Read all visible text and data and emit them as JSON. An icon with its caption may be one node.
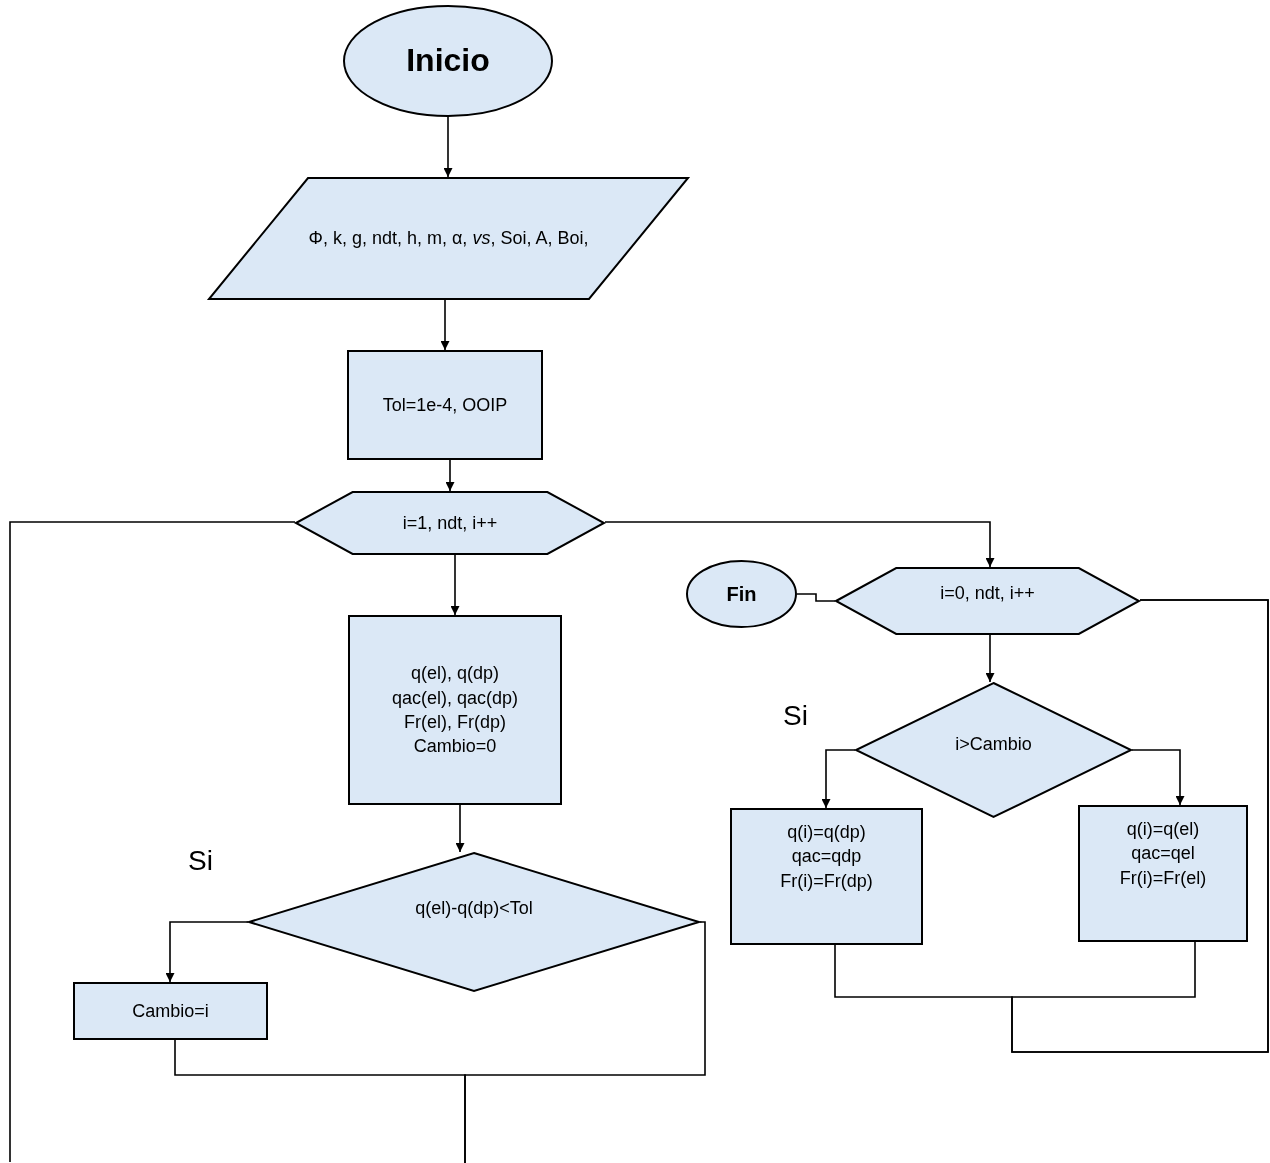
{
  "diagram": {
    "nodes": [
      {
        "text": [
          "Inicio"
        ]
      },
      {
        "text": [
          "Φ, k, g, ndt, h, m, α, *vs*, Soi, A, Boi,"
        ]
      },
      {
        "text": [
          "Tol=1e-4, OOIP"
        ]
      },
      {
        "text": [
          "i=1, ndt, i++"
        ]
      },
      {
        "text": [
          "q(el), q(dp)",
          "qac(el), qac(dp)",
          "Fr(el), Fr(dp)",
          "Cambio=0"
        ]
      },
      {
        "text": [
          "q(el)-q(dp)<Tol"
        ]
      },
      {
        "text": [
          "Cambio=i"
        ]
      },
      {
        "text": [
          "Fin"
        ]
      },
      {
        "text": [
          "i=0, ndt, i++"
        ]
      },
      {
        "text": [
          "i>Cambio"
        ]
      },
      {
        "text": [
          "q(i)=q(dp)",
          "qac=qdp",
          "Fr(i)=Fr(dp)"
        ]
      },
      {
        "text": [
          "q(i)=q(el)",
          "qac=qel",
          "Fr(i)=Fr(el)"
        ]
      }
    ],
    "edges": [
      {
        "from": 0,
        "to": 1,
        "arrow": "to"
      },
      {
        "from": 1,
        "to": 2,
        "arrow": "to"
      },
      {
        "from": 2,
        "to": 3,
        "arrow": "to"
      },
      {
        "from": 3,
        "to": 4,
        "arrow": "to"
      },
      {
        "from": 4,
        "to": 5,
        "arrow": "to"
      },
      {
        "from": 5,
        "to": 6,
        "arrow": "to"
      },
      {
        "from": 3,
        "to": 8,
        "arrow": "to"
      },
      {
        "from": 8,
        "to": 7,
        "arrow": "none"
      },
      {
        "from": 8,
        "to": 9,
        "arrow": "to"
      },
      {
        "from": 9,
        "to": 10,
        "arrow": "to"
      },
      {
        "from": 9,
        "to": 11,
        "arrow": "to"
      },
      {
        "from": 10,
        "to": 8,
        "arrow": "none"
      },
      {
        "from": 11,
        "to": 8,
        "arrow": "none"
      },
      {
        "from": 6,
        "to": null,
        "arrow": "none"
      },
      {
        "from": 5,
        "to": null,
        "arrow": "none"
      },
      {
        "from": 3,
        "to": null,
        "arrow": "none"
      }
    ],
    "labels": [
      "Si",
      "Si"
    ]
  }
}
